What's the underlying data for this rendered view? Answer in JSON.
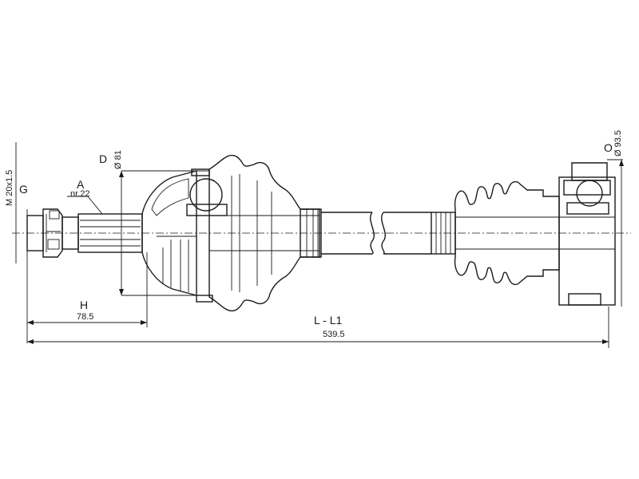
{
  "labels": {
    "G": "G",
    "M": "M 20x1.5",
    "A": "A",
    "A_sub": "nr.22",
    "D": "D",
    "D_val": "Ø 81",
    "H": "H",
    "H_val": "78.5",
    "L": "L - L1",
    "L_val": "539.5",
    "O": "O",
    "O_val": "Ø 93.5"
  }
}
